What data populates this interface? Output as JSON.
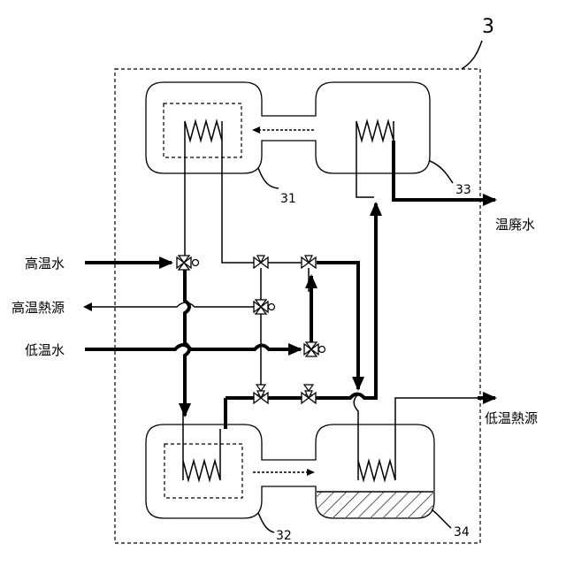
{
  "figure_number": "3",
  "refs": {
    "r31": "31",
    "r32": "32",
    "r33": "33",
    "r34": "34"
  },
  "labels": {
    "high_temp_water": "高温水",
    "high_temp_heat_source": "高温熱源",
    "low_temp_water": "低温水",
    "warm_waste_water": "温廃水",
    "low_temp_heat_source": "低温熱源"
  }
}
